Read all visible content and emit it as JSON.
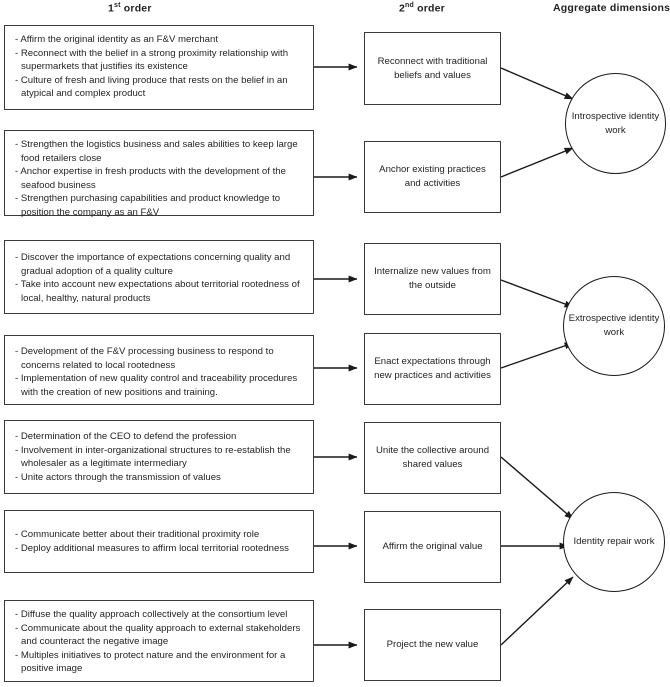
{
  "headers": {
    "first_order": {
      "num": "1",
      "sup": "st",
      "rest": " order"
    },
    "second_order": {
      "num": "2",
      "sup": "nd",
      "rest": " order"
    },
    "aggregate": "Aggregate dimensions"
  },
  "first_order_boxes": [
    {
      "id": "fo-1",
      "bullets": [
        "Affirm the original identity as an F&V merchant",
        "Reconnect with the belief in a strong proximity relationship with supermarkets that justifies its existence",
        "Culture of fresh and living produce that rests on the belief in an atypical and complex product"
      ]
    },
    {
      "id": "fo-2",
      "bullets": [
        "Strengthen the logistics business and sales abilities to keep large food retailers close",
        "Anchor expertise in fresh products with the development of the seafood business",
        "Strengthen purchasing capabilities and product knowledge to position the company as an F&V"
      ]
    },
    {
      "id": "fo-3",
      "bullets": [
        "Discover the importance of expectations concerning quality and gradual adoption of a quality culture",
        "Take into account new expectations about territorial rootedness of local, healthy, natural products"
      ]
    },
    {
      "id": "fo-4",
      "bullets": [
        "Development of the F&V processing business to respond to concerns related to local rootedness",
        "Implementation of new quality control and traceability procedures with the creation of new positions and training."
      ]
    },
    {
      "id": "fo-5",
      "bullets": [
        "Determination of the CEO to defend the profession",
        "Involvement in inter-organizational structures to re-establish the wholesaler as a legitimate intermediary",
        "Unite actors through the transmission of values"
      ]
    },
    {
      "id": "fo-6",
      "bullets": [
        "Communicate better about their traditional proximity role",
        "Deploy additional measures to affirm local territorial rootedness"
      ]
    },
    {
      "id": "fo-7",
      "bullets": [
        "Diffuse the quality approach collectively at the consortium level",
        "Communicate about the quality approach to external stakeholders and counteract the negative image",
        "Multiples initiatives to protect nature and the environment for a positive image"
      ]
    }
  ],
  "second_order_boxes": [
    {
      "id": "so-1",
      "label": "Reconnect with traditional beliefs and values"
    },
    {
      "id": "so-2",
      "label": "Anchor existing practices and activities"
    },
    {
      "id": "so-3",
      "label": "Internalize new values from the outside"
    },
    {
      "id": "so-4",
      "label": "Enact expectations through new practices and activities"
    },
    {
      "id": "so-5",
      "label": "Unite the collective around shared values"
    },
    {
      "id": "so-6",
      "label": "Affirm the original value"
    },
    {
      "id": "so-7",
      "label": "Project the new value"
    }
  ],
  "aggregate_circles": [
    {
      "id": "ag-1",
      "label": "Introspective identity work"
    },
    {
      "id": "ag-2",
      "label": "Extrospective identity work"
    },
    {
      "id": "ag-3",
      "label": "Identity repair work"
    }
  ],
  "colors": {
    "box_border": "#3a3a3a",
    "circle_border": "#1a1a1a",
    "text": "#231f20",
    "arrow": "#1a1a1a",
    "background": "#ffffff"
  }
}
